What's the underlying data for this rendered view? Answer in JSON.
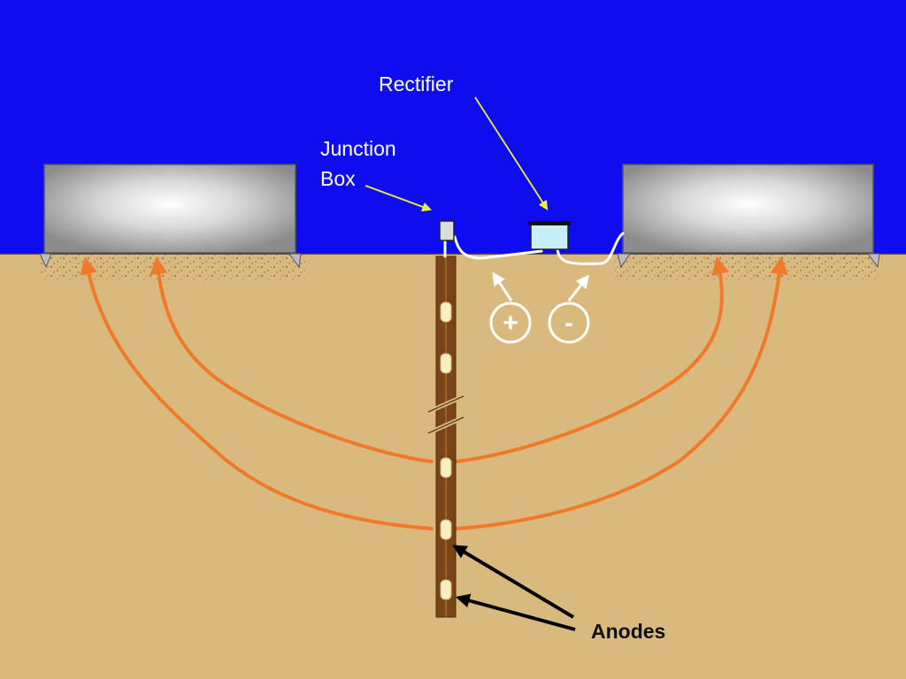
{
  "labels": {
    "rectifier": "Rectifier",
    "junction_box_line1": "Junction",
    "junction_box_line2": "Box",
    "anodes": "Anodes",
    "positive_symbol": "+",
    "negative_symbol": "-"
  },
  "colors": {
    "sky": "#0d0df0",
    "soil": "#d9b97e",
    "current_flow": "#f07a2a",
    "anode_bed": "#7a4416",
    "anode": "#f7efc0",
    "cable": "#ffffff",
    "label_arrow": "#f2ee3a",
    "anode_arrow": "#000000"
  }
}
